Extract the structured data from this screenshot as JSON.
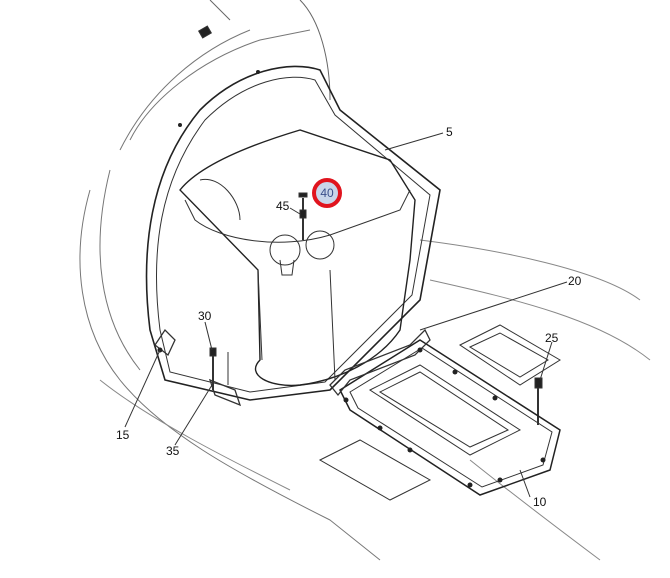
{
  "callouts": {
    "part_5": "5",
    "part_40": "40",
    "part_45": "45",
    "part_20": "20",
    "part_30": "30",
    "part_25": "25",
    "part_15": "15",
    "part_35": "35",
    "part_10": "10"
  },
  "highlight_color": "#e0141e"
}
